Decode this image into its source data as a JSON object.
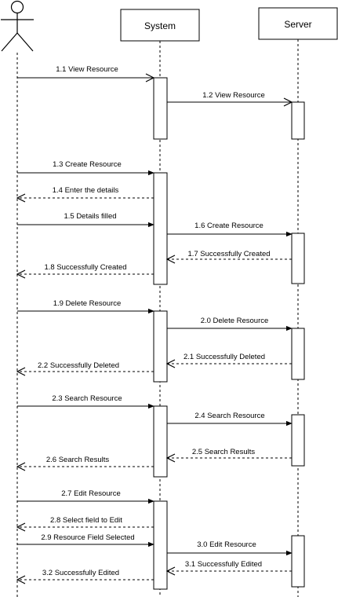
{
  "participants": [
    {
      "id": "user",
      "label": ""
    },
    {
      "id": "system",
      "label": "System"
    },
    {
      "id": "server",
      "label": "Server"
    }
  ],
  "messages": [
    {
      "label": "1.1 View Resource",
      "from": "user",
      "to": "system",
      "style": "solid"
    },
    {
      "label": "1.2 View Resource",
      "from": "system",
      "to": "server",
      "style": "solid"
    },
    {
      "label": "1.3 Create Resource",
      "from": "user",
      "to": "system",
      "style": "solid"
    },
    {
      "label": "1.4 Enter the details",
      "from": "system",
      "to": "user",
      "style": "dashed"
    },
    {
      "label": "1.5 Details filled",
      "from": "user",
      "to": "system",
      "style": "solid"
    },
    {
      "label": "1.6 Create Resource",
      "from": "system",
      "to": "server",
      "style": "solid"
    },
    {
      "label": "1.7 Successfully Created",
      "from": "server",
      "to": "system",
      "style": "dashed"
    },
    {
      "label": "1.8 Successfully Created",
      "from": "system",
      "to": "user",
      "style": "dashed"
    },
    {
      "label": "1.9 Delete Resource",
      "from": "user",
      "to": "system",
      "style": "solid"
    },
    {
      "label": "2.0 Delete Resource",
      "from": "system",
      "to": "server",
      "style": "solid"
    },
    {
      "label": "2.1 Successfully Deleted",
      "from": "server",
      "to": "system",
      "style": "dashed"
    },
    {
      "label": "2.2 Successfully Deleted",
      "from": "system",
      "to": "user",
      "style": "dashed"
    },
    {
      "label": "2.3 Search Resource",
      "from": "user",
      "to": "system",
      "style": "solid"
    },
    {
      "label": "2.4 Search Resource",
      "from": "system",
      "to": "server",
      "style": "solid"
    },
    {
      "label": "2.5 Search Results",
      "from": "server",
      "to": "system",
      "style": "dashed"
    },
    {
      "label": "2.6 Search Results",
      "from": "system",
      "to": "user",
      "style": "dashed"
    },
    {
      "label": "2.7 Edit Resource",
      "from": "user",
      "to": "system",
      "style": "solid"
    },
    {
      "label": "2.8 Select field to Edit",
      "from": "system",
      "to": "user",
      "style": "dashed"
    },
    {
      "label": "2.9 Resource Field Selected",
      "from": "user",
      "to": "system",
      "style": "solid"
    },
    {
      "label": "3.0 Edit Resource",
      "from": "system",
      "to": "server",
      "style": "solid"
    },
    {
      "label": "3.1 Successfully Edited",
      "from": "server",
      "to": "system",
      "style": "dashed"
    },
    {
      "label": "3.2 Successfully Edited",
      "from": "system",
      "to": "user",
      "style": "dashed"
    }
  ]
}
